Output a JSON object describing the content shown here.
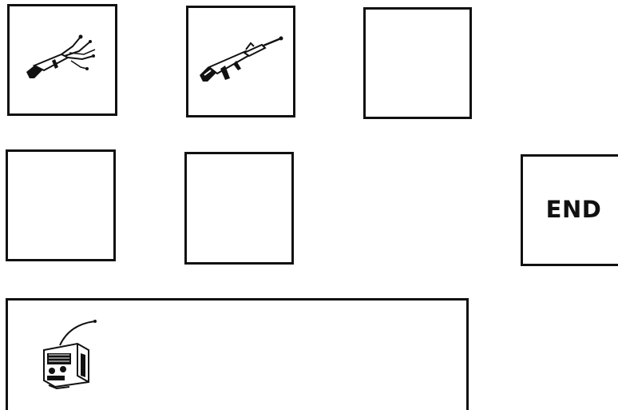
{
  "slots": [
    {
      "id": "slot-1",
      "item": "rifle-with-wires-icon"
    },
    {
      "id": "slot-2",
      "item": "assault-rifle-icon"
    },
    {
      "id": "slot-3",
      "item": ""
    },
    {
      "id": "slot-4",
      "item": ""
    },
    {
      "id": "slot-5",
      "item": ""
    }
  ],
  "end_button": {
    "label": "END"
  },
  "inventory": {
    "items": [
      "radio-icon"
    ]
  },
  "colors": {
    "ink": "#111111",
    "background": "#ffffff"
  }
}
